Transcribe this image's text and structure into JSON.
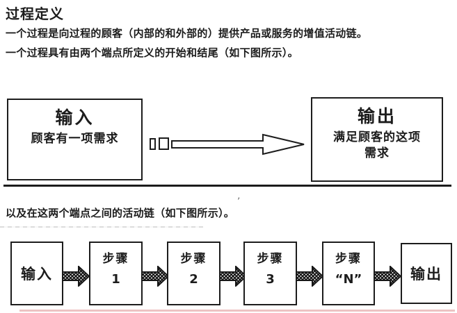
{
  "doc": {
    "title": "过程定义",
    "paragraphs": [
      "一个过程是向过程的顾客（内部的和外部的）提供产品或服务的增值活动链。",
      "一个过程具有由两个端点所定义的开始和结尾（如下图所示）。"
    ],
    "middle_text": "以及在这两个端点之间的活动链（如下图所示）。",
    "stray_mark": "’"
  },
  "diagram1": {
    "input_box": {
      "title": "输入",
      "subtitle": "顾客有一项需求"
    },
    "output_box": {
      "title": "输出",
      "subtitle_lines": [
        "满足顾客的这项",
        "需求"
      ]
    },
    "arrow_icon": "right-block-arrow"
  },
  "diagram2": {
    "input_label": "输入",
    "output_label": "输出",
    "steps": [
      {
        "label": "步骤",
        "number": "1"
      },
      {
        "label": "步骤",
        "number": "2"
      },
      {
        "label": "步骤",
        "number": "3"
      },
      {
        "label": "步骤",
        "number": "“N”"
      }
    ],
    "arrow_icon": "hatched-right-arrow"
  },
  "colors": {
    "ink": "#1c1c1c",
    "background": "#ffffff",
    "bottom_line": "#edc3c3"
  }
}
